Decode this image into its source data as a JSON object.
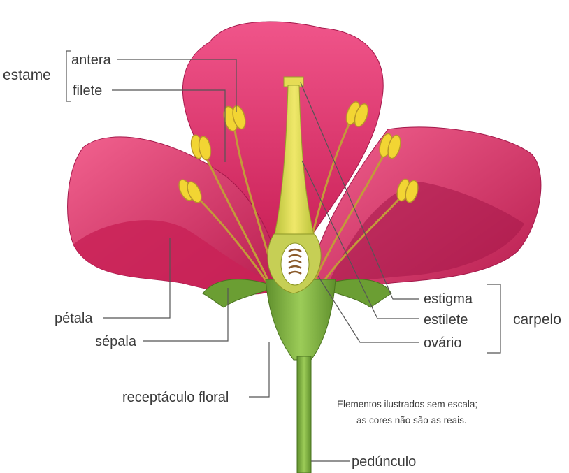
{
  "labels": {
    "estame": "estame",
    "antera": "antera",
    "filete": "filete",
    "petala": "pétala",
    "sepala": "sépala",
    "receptaculo": "receptáculo floral",
    "estigma": "estigma",
    "estilete": "estilete",
    "ovario": "ovário",
    "carpelo": "carpelo",
    "pedunculo": "pedúnculo"
  },
  "note": {
    "line1": "Elementos ilustrados sem escala;",
    "line2": "as cores não são as reais."
  },
  "colors": {
    "petal": "#e8336d",
    "petal_dark": "#b61e4f",
    "petal_light": "#f36a93",
    "green": "#7fb540",
    "green_dark": "#5a8a2a",
    "yellow": "#e8d84a",
    "anther": "#f2d533",
    "filament": "#c9a038"
  }
}
